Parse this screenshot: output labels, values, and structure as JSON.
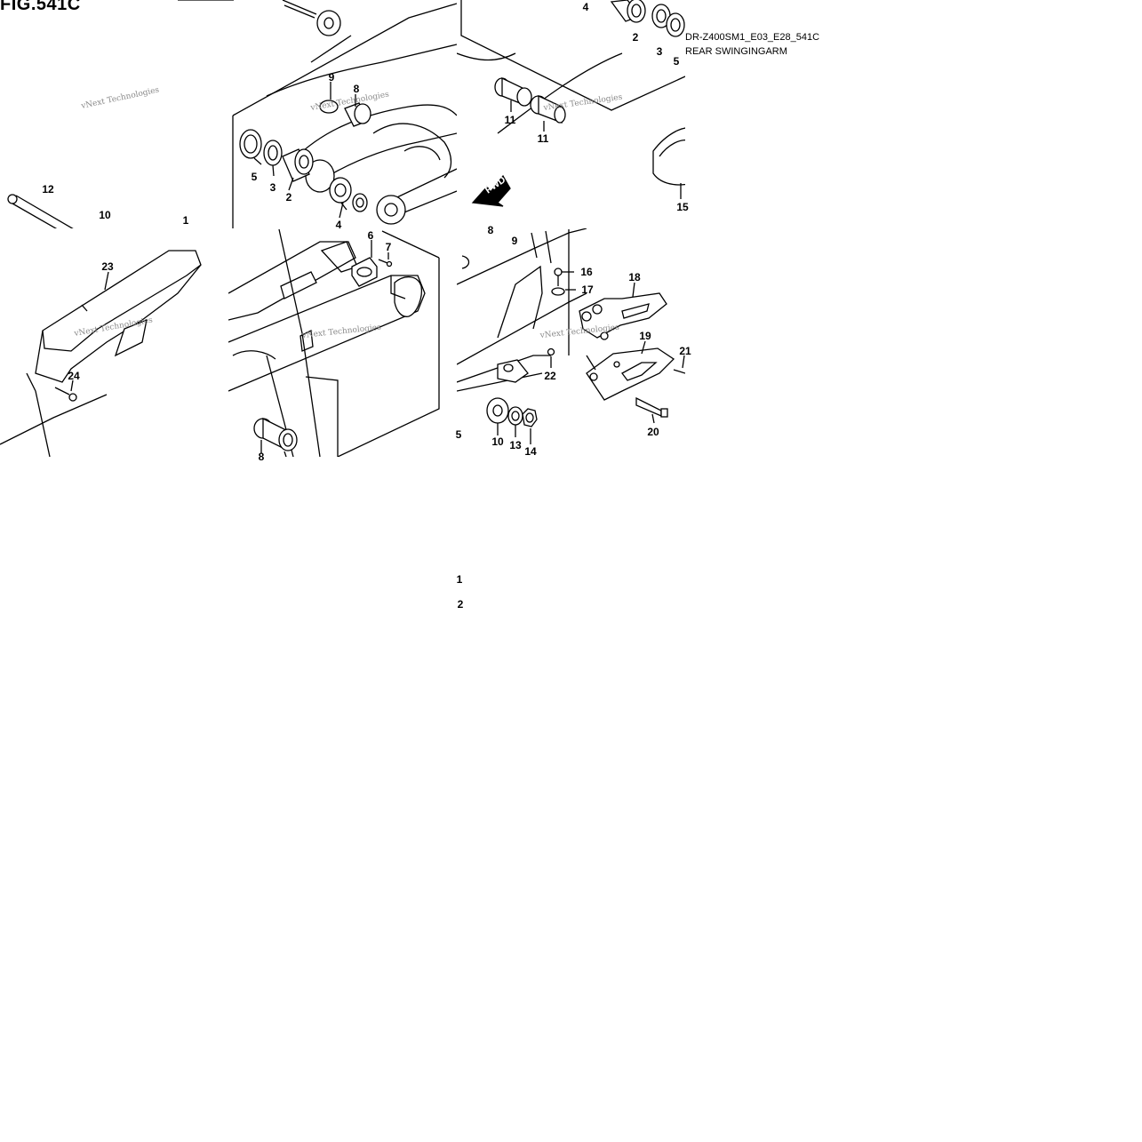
{
  "header": {
    "fig_title": "FIG.541C",
    "model_code": "DR-Z400SM1_E03_E28_541C",
    "part_name": "REAR SWINGINGARM"
  },
  "watermark": "vNext Technologies",
  "fwd_label": "FWD",
  "callouts": [
    {
      "id": "c-4a",
      "text": "4"
    },
    {
      "id": "c-2a",
      "text": "2"
    },
    {
      "id": "c-3a",
      "text": "3"
    },
    {
      "id": "c-5a",
      "text": "5"
    },
    {
      "id": "c-9a",
      "text": "9"
    },
    {
      "id": "c-8a",
      "text": "8"
    },
    {
      "id": "c-11a",
      "text": "11"
    },
    {
      "id": "c-11b",
      "text": "11"
    },
    {
      "id": "c-5b",
      "text": "5"
    },
    {
      "id": "c-3b",
      "text": "3"
    },
    {
      "id": "c-2b",
      "text": "2"
    },
    {
      "id": "c-4b",
      "text": "4"
    },
    {
      "id": "c-12",
      "text": "12"
    },
    {
      "id": "c-10a",
      "text": "10"
    },
    {
      "id": "c-1a",
      "text": "1"
    },
    {
      "id": "c-15",
      "text": "15"
    },
    {
      "id": "c-8b",
      "text": "8"
    },
    {
      "id": "c-9b",
      "text": "9"
    },
    {
      "id": "c-6",
      "text": "6"
    },
    {
      "id": "c-7",
      "text": "7"
    },
    {
      "id": "c-23",
      "text": "23"
    },
    {
      "id": "c-16",
      "text": "16"
    },
    {
      "id": "c-17",
      "text": "17"
    },
    {
      "id": "c-18",
      "text": "18"
    },
    {
      "id": "c-19",
      "text": "19"
    },
    {
      "id": "c-21",
      "text": "21"
    },
    {
      "id": "c-22",
      "text": "22"
    },
    {
      "id": "c-24",
      "text": "24"
    },
    {
      "id": "c-20",
      "text": "20"
    },
    {
      "id": "c-5c",
      "text": "5"
    },
    {
      "id": "c-10b",
      "text": "10"
    },
    {
      "id": "c-13",
      "text": "13"
    },
    {
      "id": "c-14",
      "text": "14"
    },
    {
      "id": "c-8c",
      "text": "8"
    },
    {
      "id": "c-1b",
      "text": "1"
    },
    {
      "id": "c-2c",
      "text": "2"
    }
  ]
}
